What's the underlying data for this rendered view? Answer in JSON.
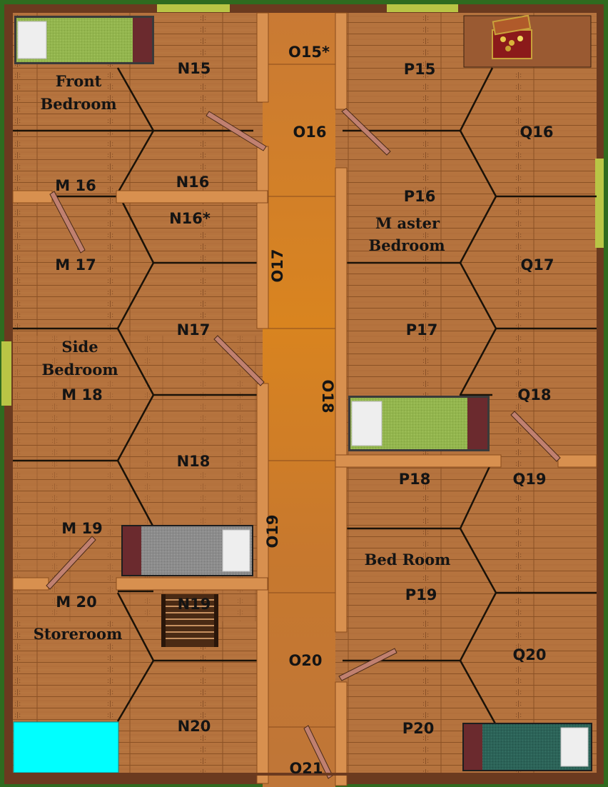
{
  "map": {
    "hexes": [
      {
        "id": "N15",
        "label": "N15"
      },
      {
        "id": "O15",
        "label": "O15*"
      },
      {
        "id": "P15",
        "label": "P15"
      },
      {
        "id": "O16",
        "label": "O16"
      },
      {
        "id": "Q16",
        "label": "Q16"
      },
      {
        "id": "M16",
        "label": "M 16"
      },
      {
        "id": "N16",
        "label": "N16"
      },
      {
        "id": "N16b",
        "label": "N16*"
      },
      {
        "id": "P16",
        "label": "P16"
      },
      {
        "id": "M17",
        "label": "M 17"
      },
      {
        "id": "Q17",
        "label": "Q17"
      },
      {
        "id": "O17",
        "label": "O17"
      },
      {
        "id": "N17",
        "label": "N17"
      },
      {
        "id": "P17",
        "label": "P17"
      },
      {
        "id": "M18",
        "label": "M 18"
      },
      {
        "id": "O18",
        "label": "O18"
      },
      {
        "id": "Q18",
        "label": "Q18"
      },
      {
        "id": "N18",
        "label": "N18"
      },
      {
        "id": "P18",
        "label": "P18"
      },
      {
        "id": "Q19",
        "label": "Q19"
      },
      {
        "id": "O19",
        "label": "O19"
      },
      {
        "id": "M19",
        "label": "M 19"
      },
      {
        "id": "P19",
        "label": "P19"
      },
      {
        "id": "M20",
        "label": "M 20"
      },
      {
        "id": "N19",
        "label": "N19"
      },
      {
        "id": "O20",
        "label": "O20"
      },
      {
        "id": "Q20",
        "label": "Q20"
      },
      {
        "id": "N20",
        "label": "N20"
      },
      {
        "id": "P20",
        "label": "P20"
      },
      {
        "id": "O21",
        "label": "O21"
      }
    ],
    "rooms": {
      "front_bedroom": [
        "Front",
        "Bedroom"
      ],
      "master_bedroom": [
        "M aster",
        "Bedroom"
      ],
      "side_bedroom": [
        "Side",
        "Bedroom"
      ],
      "storeroom": "Storeroom",
      "bed_room": "Bed Room"
    },
    "colors": {
      "floor": "#b5733e",
      "corridor": "#cf7a2c",
      "wall": "#d8904f",
      "hex_line": "#1a1208",
      "outer_border": "#2f6b1f",
      "window": "#b9c545",
      "water": "#00ffff"
    },
    "icons": [
      "bed-icon",
      "treasure-chest-icon",
      "stairs-icon",
      "door-icon",
      "window-icon",
      "water-icon"
    ]
  }
}
